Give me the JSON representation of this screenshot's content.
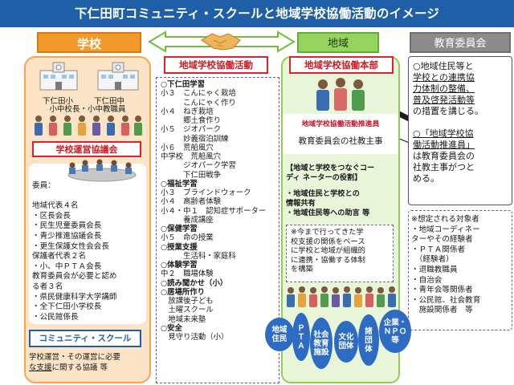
{
  "title": "下仁田町コミュニティ・スクールと地域学校協働活動のイメージ",
  "headers": {
    "school": "学校",
    "chiiki": "地域",
    "board": "教育委員会"
  },
  "colors": {
    "title_bg": "#1f5fa8",
    "school": "#f39a2c",
    "chiiki": "#96d35f",
    "board": "#8c8c8c",
    "accent_red": "#e0202a",
    "accent_blue": "#1d60b0"
  },
  "school": {
    "building_1": "下仁田小",
    "building_2": "下仁田中",
    "heads": "小中校長・小中教職員",
    "council_title": "学校運営協議会",
    "members": [
      "委員：",
      "",
      "地域代表４名",
      "・区長会長",
      "・民生児童委員会長",
      "・青少推進協議会長",
      "・更生保護女性会会長",
      "保護者代表２名",
      "・小、中ＰＴＡ会長",
      "教育委員会が必要と認め",
      "る者３名",
      "・県民健康科学大学講師",
      "・全下仁田小学校長",
      "・公民館係長"
    ],
    "cs_title": "コミュニティ・スクール",
    "cs_note_line1": "学校運営・その運営に必要",
    "cs_note_line2_underlined": "な支援",
    "cs_note_line2_rest": "に関する協議 等"
  },
  "activity": {
    "title": "地域学校協働活動",
    "lines": [
      {
        "t": "○下仁田学習",
        "b": true
      },
      {
        "t": "小３　こんにゃく栽培",
        "b": false
      },
      {
        "t": "　　　こんにゃく作り",
        "b": false
      },
      {
        "t": "小４　ねぎ栽培",
        "b": false
      },
      {
        "t": "　　　郷土食作り",
        "b": false
      },
      {
        "t": "小５　ジオパーク",
        "b": false
      },
      {
        "t": "　　　妙義宿泊訓練",
        "b": false
      },
      {
        "t": "小６　荒船風穴",
        "b": false
      },
      {
        "t": "中学校　荒船風穴",
        "b": false
      },
      {
        "t": "　　　ジオパーク学習",
        "b": false
      },
      {
        "t": "　　　下仁田戦争",
        "b": false
      },
      {
        "t": "○福祉学習",
        "b": true
      },
      {
        "t": "小３　ブラインドウォーク",
        "b": false
      },
      {
        "t": "小４　高齢者体験",
        "b": false
      },
      {
        "t": "小４・中１　認知症サポーター",
        "b": false
      },
      {
        "t": "　　　養成講座",
        "b": false
      },
      {
        "t": "○保健学習",
        "b": true
      },
      {
        "t": "小５　命の授業",
        "b": false
      },
      {
        "t": "○授業支援",
        "b": true
      },
      {
        "t": "　　　生活科・家庭科",
        "b": false
      },
      {
        "t": "○体験学習",
        "b": true
      },
      {
        "t": "中２　職場体験",
        "b": false
      },
      {
        "t": "○読み聞かせ（小）",
        "b": true
      },
      {
        "t": "○居場所作り",
        "b": true
      },
      {
        "t": "　放課後子ども",
        "b": false
      },
      {
        "t": "　土曜スクール",
        "b": false
      },
      {
        "t": "　地域未来塾",
        "b": false
      },
      {
        "t": "○安全",
        "b": true
      },
      {
        "t": "　見守り活動（小）",
        "b": false
      }
    ]
  },
  "honbu": {
    "title": "地域学校協働本部",
    "suishin_title": "地域学校協働活動推進員",
    "suishin_desc": "教育委員会の社教主事",
    "role_title_1": "【地域と学校をつなぐコー",
    "role_title_2": "ディ ネーターの役割】",
    "roles": [
      "・地域住民と学校との",
      "情報共有",
      "・地域住民等への助言 等"
    ],
    "note": [
      "※今まで行ってきた学",
      "校支援の関係をベース",
      "に学校と地域が組織的",
      "に連携・協働する体制",
      "を構築"
    ],
    "orgs": [
      "地域住民",
      "ＰＴＡ",
      "社会教育施設",
      "文化団体",
      "諸団体",
      "企業・ＮＰＯ等"
    ]
  },
  "board": {
    "text": [
      "○地域住民等と",
      "学校との連携協",
      "力体制の整備、",
      "普及啓発活動等",
      "の措置を講じる。",
      "",
      "○「地域学校協",
      "働活動推進員」",
      "は教育委員会の",
      "社教主事がつと",
      "める。"
    ],
    "candidates": [
      "※想定される対象者",
      "・地域コーディネー",
      "ターやその経験者",
      "・ＰＴＡ関係者",
      "　（経験者）",
      "・退職教職員",
      "・自治会",
      "・青年会等関係者",
      "・公民館、社会教育",
      "　施設関係者　等"
    ]
  }
}
